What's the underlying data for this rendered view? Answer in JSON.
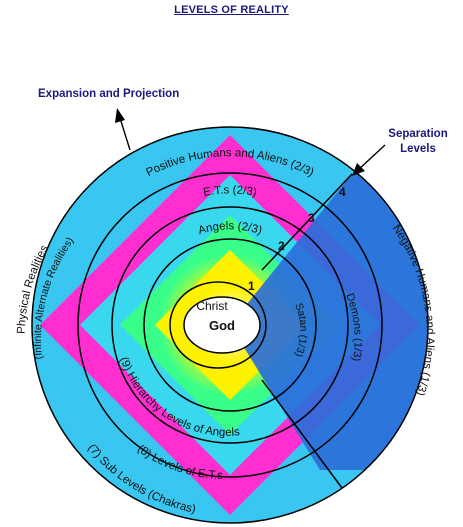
{
  "title": "LEVELS OF REALITY",
  "annotations": {
    "expansion": "Expansion and Projection",
    "separation_line1": "Separation",
    "separation_line2": "Levels"
  },
  "rings": {
    "positive": "Positive Humans and Aliens (2/3)",
    "ets": "E.T.s (2/3)",
    "angels": "Angels (2/3)",
    "christ": "Christ",
    "god": "God",
    "physical_line1": "Physical Realities",
    "physical_line2": "(Infinite Alternate Realities)",
    "negative": "Negative Humans and Aliens (1/3)",
    "demons": "Demons (1/3)",
    "satan": "Satan (1/3)",
    "hierarchy": "(9) Hierarchy Levels of Angels",
    "levels_ets": "(8) Levels of E.T.s",
    "sub_levels": "(7) Sub Levels (Chakras)"
  },
  "level_numbers": [
    "1",
    "2",
    "3",
    "4"
  ],
  "colors": {
    "cyan": "#39c6f0",
    "magenta": "#ff2ed1",
    "yellow": "#fff200",
    "green": "#39ff5e",
    "blue_negative": "#2b6fd9",
    "white": "#ffffff",
    "line": "#000000"
  }
}
